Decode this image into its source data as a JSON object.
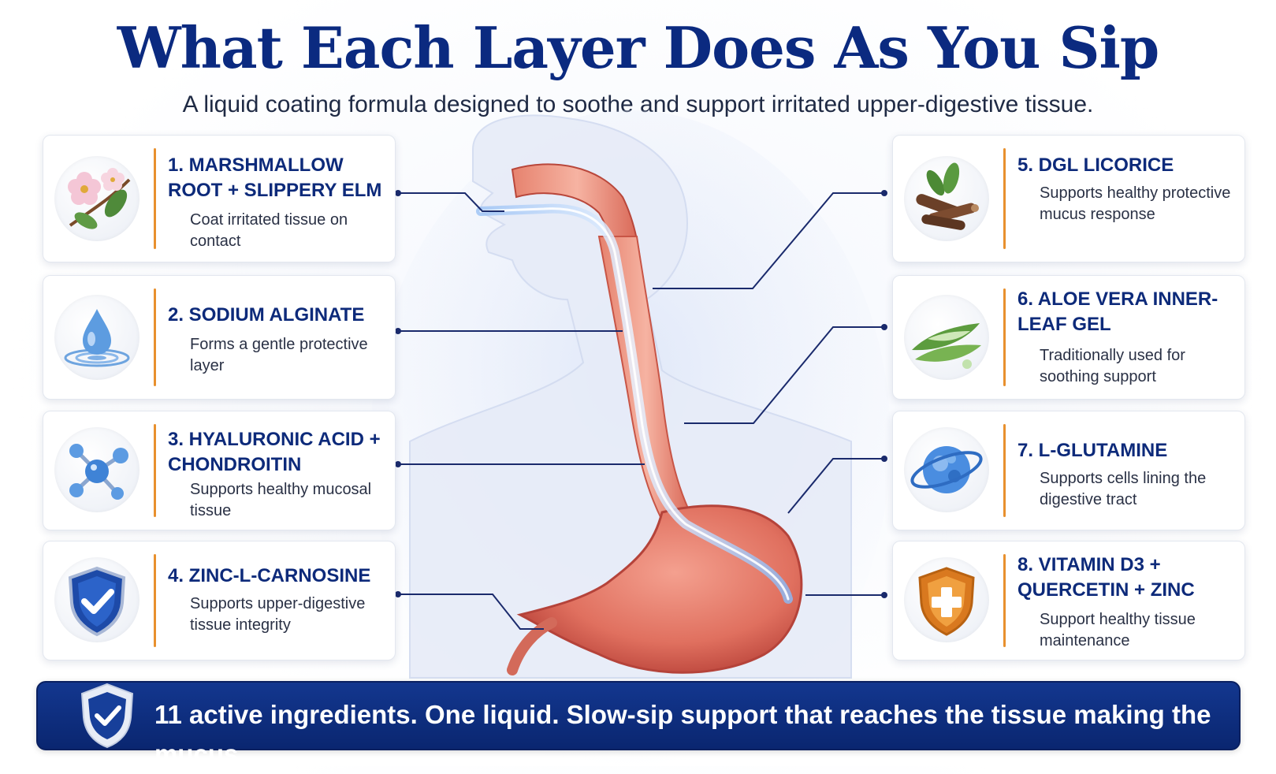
{
  "title": "What Each Layer Does As You Sip",
  "subtitle": "A liquid coating formula designed to soothe and support irritated upper-digestive tissue.",
  "cards": [
    {
      "title": "1. MARSHMALLOW ROOT + SLIPPERY ELM",
      "desc": "Coat irritated tissue on contact",
      "icon": "flower-icon"
    },
    {
      "title": "2. SODIUM ALGINATE",
      "desc": "Forms a gentle protective layer",
      "icon": "water-drop-icon"
    },
    {
      "title": "3. HYALURONIC ACID + CHONDROITIN",
      "desc": "Supports healthy mucosal tissue",
      "icon": "molecule-icon"
    },
    {
      "title": "4. ZINC-L-CARNOSINE",
      "desc": "Supports upper-digestive tissue integrity",
      "icon": "shield-check-icon"
    },
    {
      "title": "5. DGL LICORICE",
      "desc": "Supports healthy protective mucus response",
      "icon": "licorice-root-icon"
    },
    {
      "title": "6. ALOE VERA INNER-LEAF GEL",
      "desc": "Traditionally used for soothing support",
      "icon": "aloe-leaf-icon"
    },
    {
      "title": "7. L-GLUTAMINE",
      "desc": "Supports cells lining the digestive tract",
      "icon": "cell-orbit-icon"
    },
    {
      "title": "8. VITAMIN D3 + QUERCETIN + ZINC",
      "desc": "Support healthy tissue maintenance",
      "icon": "shield-plus-icon"
    }
  ],
  "banner": {
    "text": "11 active ingredients. One liquid. Slow-sip support that reaches the tissue making the mucus.",
    "icon": "shield-check-icon"
  },
  "colors": {
    "title": "#0b2a80",
    "accent": "#e8902e",
    "banner": "#0a2670",
    "connector": "#1a2a6c"
  }
}
